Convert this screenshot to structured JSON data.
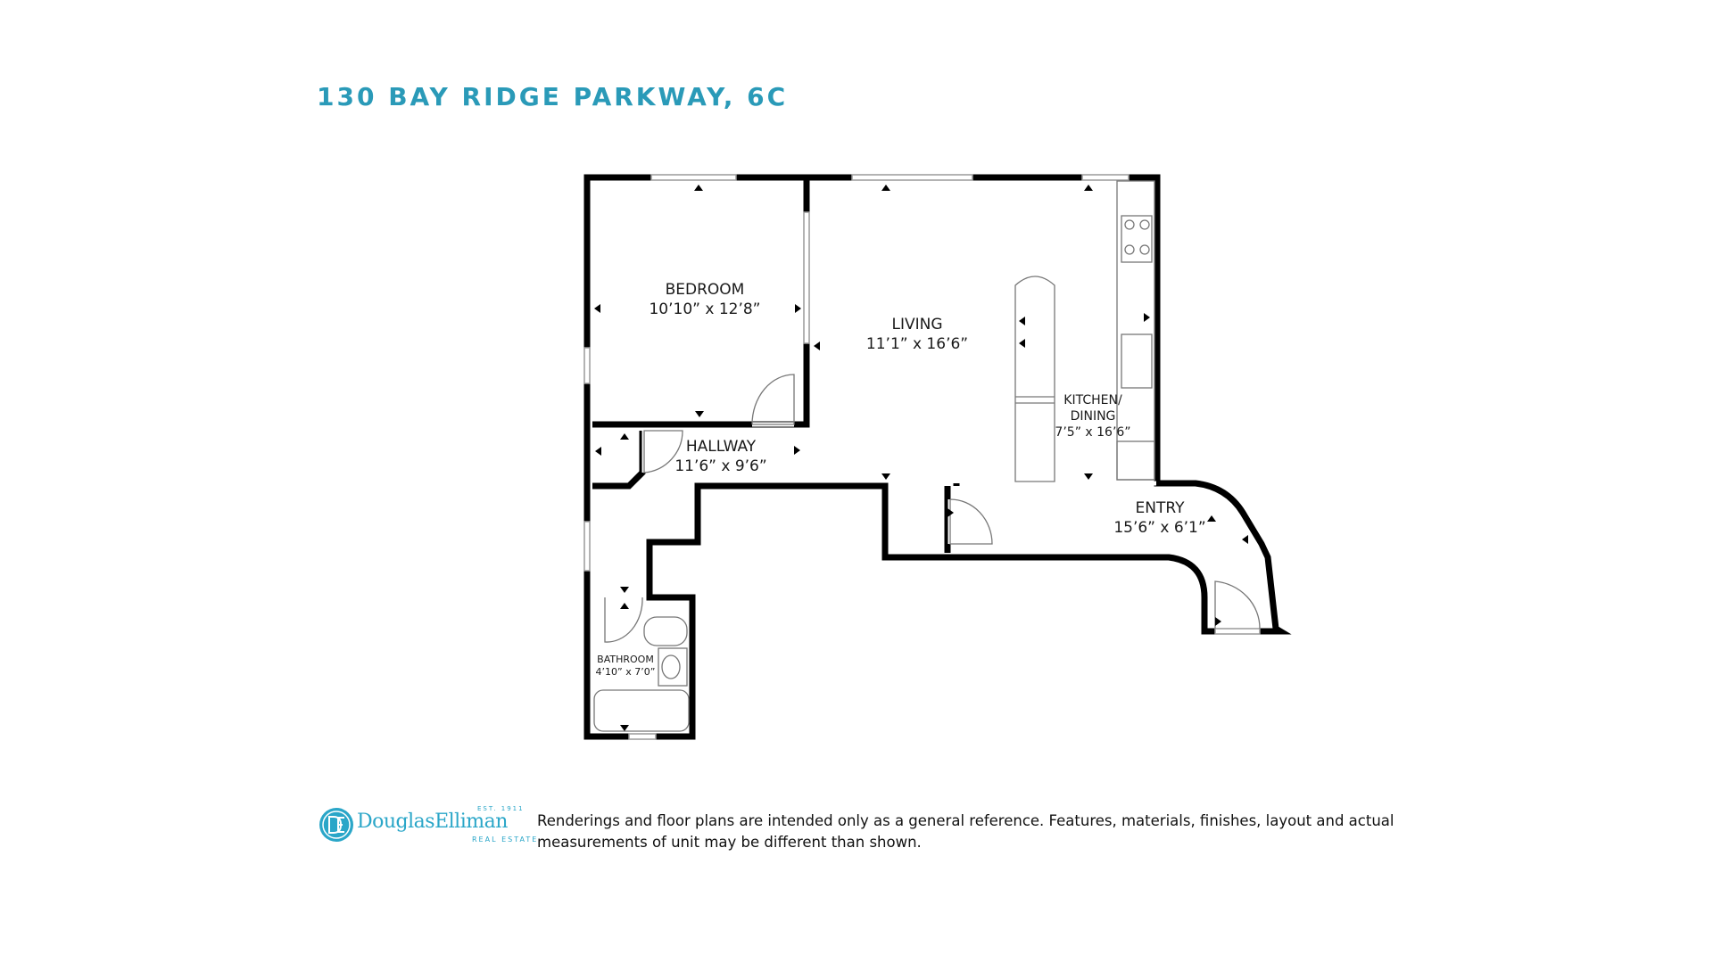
{
  "title": "130 BAY RIDGE PARKWAY, 6C",
  "rooms": [
    {
      "id": "bedroom",
      "name": "BEDROOM",
      "dimensions": "10’10” x 12’8”"
    },
    {
      "id": "living",
      "name": "LIVING",
      "dimensions": "11’1” x 16’6”"
    },
    {
      "id": "kitchen",
      "name": "KITCHEN/ DINING",
      "dimensions": "7’5” x 16’6”"
    },
    {
      "id": "hallway",
      "name": "HALLWAY",
      "dimensions": "11’6” x 9’6”"
    },
    {
      "id": "entry",
      "name": "ENTRY",
      "dimensions": "15’6” x 6’1”"
    },
    {
      "id": "bathroom",
      "name": "BATHROOM",
      "dimensions": "4’10” x 7’0”"
    }
  ],
  "kitchen_lines": [
    "KITCHEN/",
    "DINING"
  ],
  "logo": {
    "wordmark": "DouglasElliman",
    "est": "EST. 1911",
    "sub": "REAL ESTATE",
    "color": "#2aa6c8"
  },
  "disclaimer": "Renderings and floor plans are intended only as a general reference. Features, materials, finishes, layout and actual measurements of unit may be different than shown.",
  "colors": {
    "title": "#2a9ab8",
    "wall": "#000000",
    "window": "#cfcfcf"
  }
}
